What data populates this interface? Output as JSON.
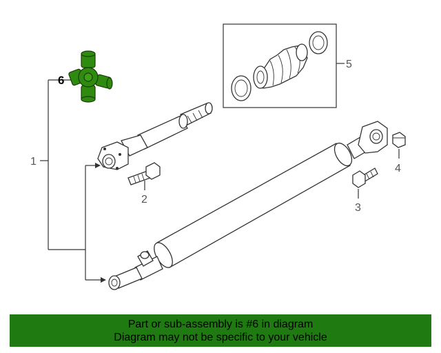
{
  "callouts": {
    "c1": "1",
    "c2": "2",
    "c3": "3",
    "c4": "4",
    "c5": "5",
    "c6": "6"
  },
  "highlight_color": "#2f8a10",
  "banner": {
    "line1": "Part or sub-assembly is #6 in diagram",
    "line2": "Diagram may not be specific to your vehicle",
    "color": "#1f7a12"
  }
}
